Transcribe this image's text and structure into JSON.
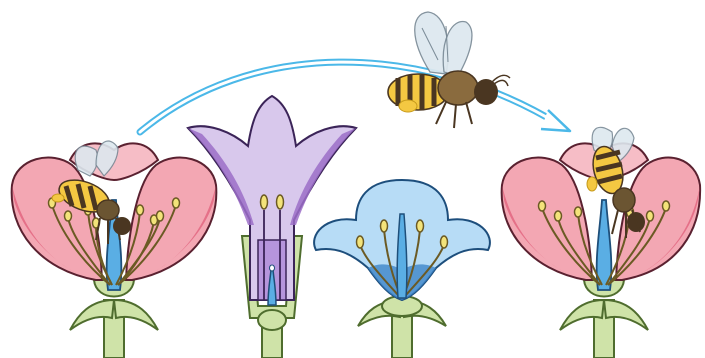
{
  "diagram": {
    "subject": "cross-pollination",
    "figures": [
      {
        "name": "flower-left",
        "kind": "open pink flower with bee on stamens"
      },
      {
        "name": "flower-tubular",
        "kind": "tubular lavender flower (cross-section)"
      },
      {
        "name": "flower-bell",
        "kind": "bell-shaped blue flower (cross-section)"
      },
      {
        "name": "flower-right",
        "kind": "open pink flower with bee on pistil"
      },
      {
        "name": "bee-flying",
        "kind": "honeybee in flight carrying pollen"
      }
    ],
    "arrow": {
      "name": "pollination-path",
      "from": "flower-left",
      "to": "flower-right",
      "color": "#4bb8e8"
    },
    "colors": {
      "pink_petal": "#f3a7b3",
      "pink_petal_dark": "#e05d7a",
      "lavender": "#c7b3e3",
      "purple": "#7c4fb0",
      "blue_petal": "#b7dcf6",
      "blue_dark": "#3d86c9",
      "stem": "#cfe3a8",
      "stem_dark": "#4f6d2e",
      "pistil": "#5aaee4",
      "anther": "#f3e37a",
      "filament": "#6b5a24",
      "bee_yellow": "#f4c842",
      "bee_dark": "#4a3621",
      "wing": "#dde8ef"
    }
  }
}
